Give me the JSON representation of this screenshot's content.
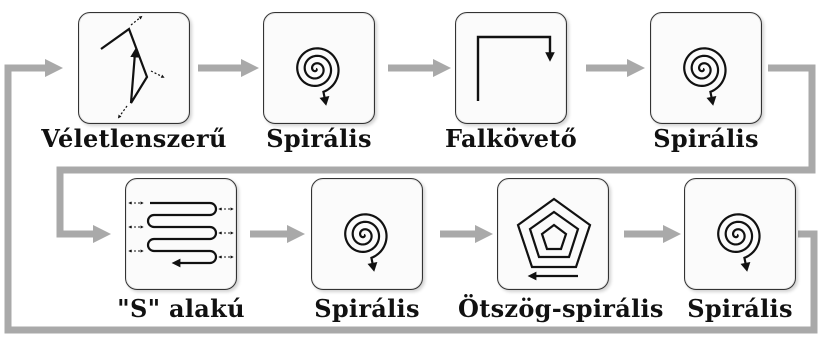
{
  "flow": {
    "row1": [
      {
        "label": "Véletlenszerű",
        "icon": "random-path-icon"
      },
      {
        "label": "Spirális",
        "icon": "spiral-icon"
      },
      {
        "label": "Falkövető",
        "icon": "wall-following-icon"
      },
      {
        "label": "Spirális",
        "icon": "spiral-icon"
      }
    ],
    "row2": [
      {
        "label": "\"S\" alakú",
        "icon": "s-shaped-path-icon"
      },
      {
        "label": "Spirális",
        "icon": "spiral-icon"
      },
      {
        "label": "Ötszög-spirális",
        "icon": "pentagon-spiral-icon"
      },
      {
        "label": "Spirális",
        "icon": "spiral-icon"
      }
    ]
  },
  "colors": {
    "connector": "#a9a9a9",
    "stroke": "#111111",
    "box_border": "#333333"
  }
}
